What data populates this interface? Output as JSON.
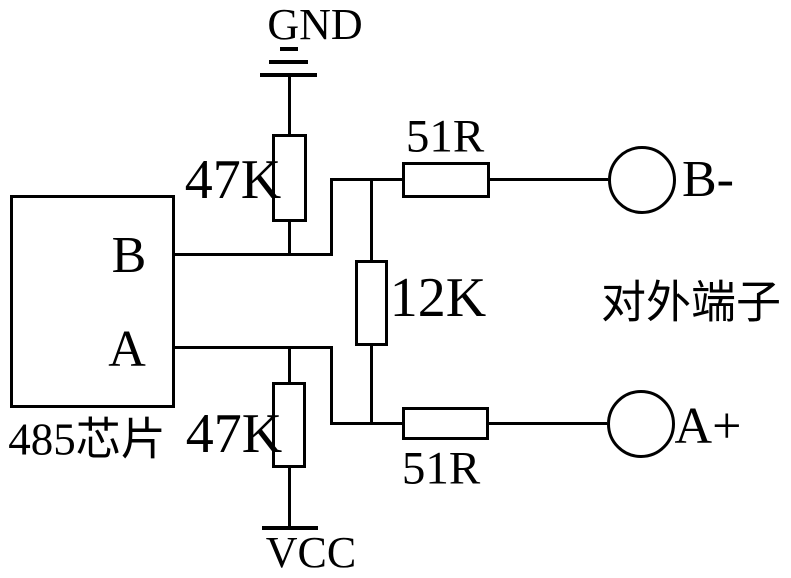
{
  "colors": {
    "line": "#000000",
    "background": "#ffffff"
  },
  "chip": {
    "name": "485芯片",
    "pins": [
      {
        "label": "B"
      },
      {
        "label": "A"
      }
    ]
  },
  "power": {
    "top_label": "GND",
    "bottom_label": "VCC"
  },
  "resistors": [
    {
      "id": "r-47k-gnd",
      "value": "47K"
    },
    {
      "id": "r-51r-b",
      "value": "51R"
    },
    {
      "id": "r-12k-term",
      "value": "12K"
    },
    {
      "id": "r-47k-vcc",
      "value": "47K"
    },
    {
      "id": "r-51r-a",
      "value": "51R"
    }
  ],
  "terminals": {
    "group_label": "对外端子",
    "items": [
      {
        "label": "B-"
      },
      {
        "label": "A+"
      }
    ]
  }
}
